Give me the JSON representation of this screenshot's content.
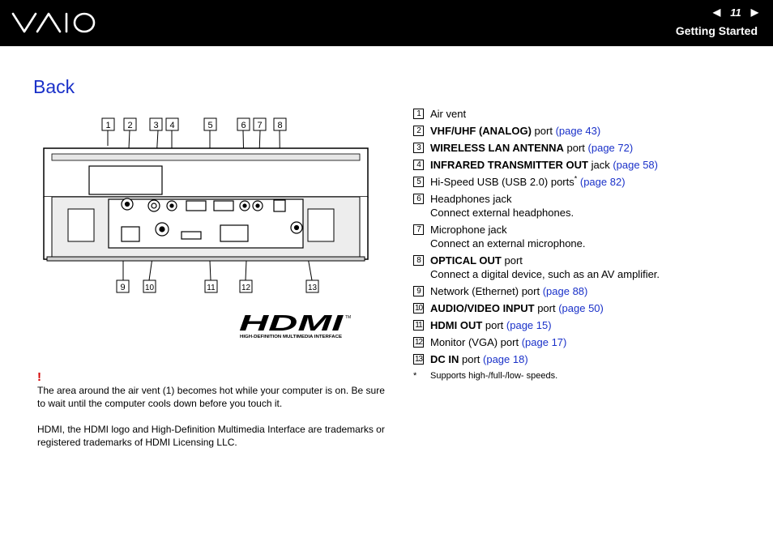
{
  "header": {
    "logo": "VAIO",
    "page_number": "11",
    "prev_icon": "left-triangle-icon",
    "next_icon": "right-triangle-icon",
    "section": "Getting Started"
  },
  "heading": "Back",
  "diagram": {
    "top_callouts": [
      "1",
      "2",
      "3",
      "4",
      "5",
      "6",
      "7",
      "8"
    ],
    "bottom_callouts": [
      "9",
      "10",
      "11",
      "12",
      "13"
    ]
  },
  "hdmi_logo": {
    "text": "HDMI",
    "tm": "TM",
    "tagline": "HIGH-DEFINITION MULTIMEDIA INTERFACE"
  },
  "notes": {
    "warning_mark": "!",
    "paragraph1": "The area around the air vent (1) becomes hot while your computer is on. Be sure to wait until the computer cools down before you touch it.",
    "paragraph2": "HDMI, the HDMI logo and High-Definition Multimedia Interface are trademarks or registered trademarks of HDMI Licensing LLC."
  },
  "items": [
    {
      "num": "1",
      "bold": "",
      "text": "Air vent",
      "link": "",
      "desc": ""
    },
    {
      "num": "2",
      "bold": "VHF/UHF (ANALOG)",
      "text": " port ",
      "link": "(page 43)",
      "desc": ""
    },
    {
      "num": "3",
      "bold": "WIRELESS LAN ANTENNA",
      "text": " port ",
      "link": "(page 72)",
      "desc": ""
    },
    {
      "num": "4",
      "bold": "INFRARED TRANSMITTER OUT",
      "text": " jack ",
      "link": "(page 58)",
      "desc": ""
    },
    {
      "num": "5",
      "bold": "",
      "text": "Hi-Speed USB (USB 2.0) ports",
      "sup": "*",
      "link": "(page 82)",
      "desc": ""
    },
    {
      "num": "6",
      "bold": "",
      "text": "Headphones jack",
      "link": "",
      "desc": "Connect external headphones."
    },
    {
      "num": "7",
      "bold": "",
      "text": "Microphone jack",
      "link": "",
      "desc": "Connect an external microphone."
    },
    {
      "num": "8",
      "bold": "OPTICAL OUT",
      "text": " port",
      "link": "",
      "desc": "Connect a digital device, such as an AV amplifier."
    },
    {
      "num": "9",
      "bold": "",
      "text": "Network (Ethernet) port ",
      "link": "(page 88)",
      "desc": ""
    },
    {
      "num": "10",
      "bold": "AUDIO/VIDEO INPUT",
      "text": " port ",
      "link": "(page 50)",
      "desc": ""
    },
    {
      "num": "11",
      "bold": "HDMI OUT",
      "text": " port ",
      "link": "(page 15)",
      "desc": ""
    },
    {
      "num": "12",
      "bold": "",
      "text": "Monitor (VGA) port ",
      "link": "(page 17)",
      "desc": ""
    },
    {
      "num": "13",
      "bold": "DC IN",
      "text": " port ",
      "link": "(page 18)",
      "desc": ""
    }
  ],
  "footnote": {
    "mark": "*",
    "text": "Supports high-/full-/low- speeds."
  }
}
